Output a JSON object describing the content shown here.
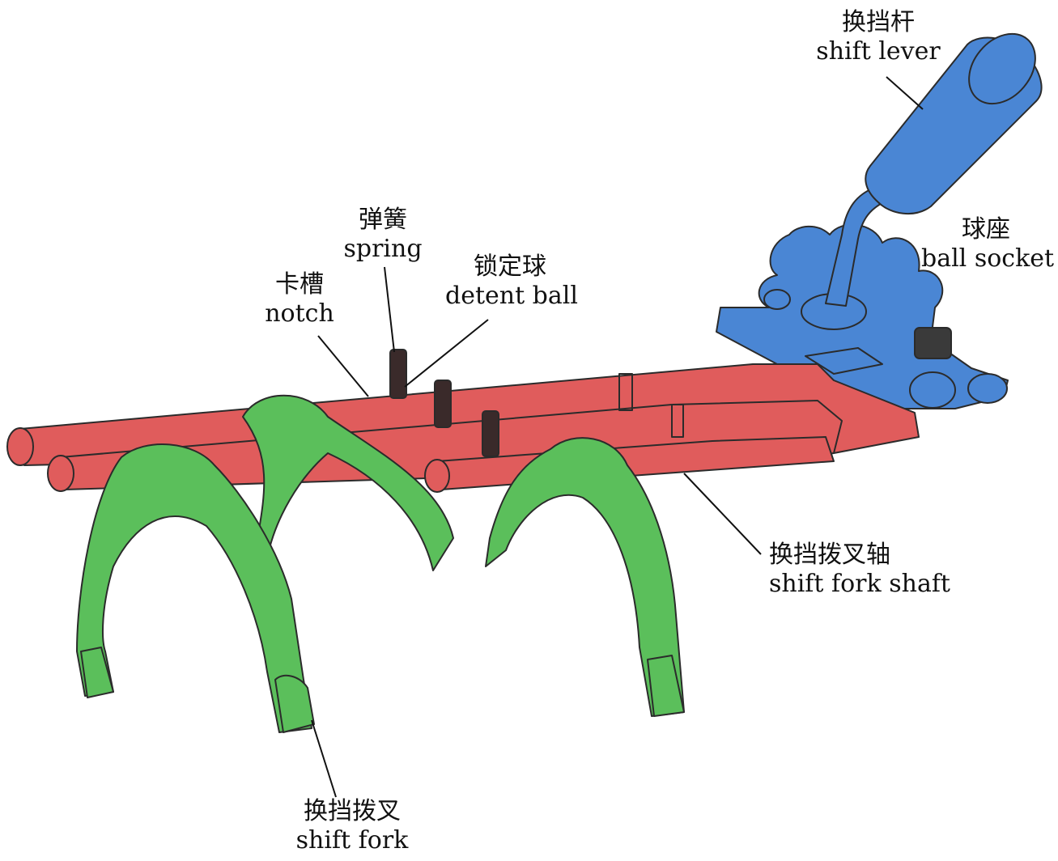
{
  "labels": {
    "shift_lever": {
      "zh": "换挡杆",
      "en": "shift lever"
    },
    "ball_socket": {
      "zh": "球座",
      "en": "ball socket"
    },
    "spring": {
      "zh": "弹簧",
      "en": "spring"
    },
    "detent_ball": {
      "zh": "锁定球",
      "en": "detent ball"
    },
    "notch": {
      "zh": "卡槽",
      "en": "notch"
    },
    "shift_fork_shaft": {
      "zh": "换挡拨叉轴",
      "en": "shift fork shaft"
    },
    "shift_fork": {
      "zh": "换挡拨叉",
      "en": "shift fork"
    }
  },
  "colors": {
    "shaft_red": "#e05c5c",
    "fork_green": "#5bbf5b",
    "lever_blue": "#4a86d4",
    "outline": "#2b2b2b",
    "spring_dark": "#3a2a2a"
  }
}
